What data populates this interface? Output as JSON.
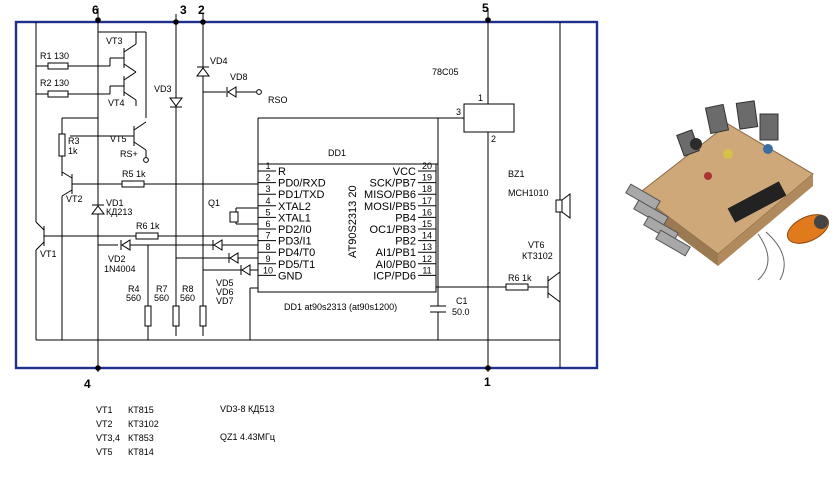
{
  "terminals": {
    "t1": "1",
    "t2": "2",
    "t3": "3",
    "t4": "4",
    "t5": "5",
    "t6": "6"
  },
  "parts": {
    "r1": "R1 130",
    "r2": "R2 130",
    "r3": "R3",
    "r3v": "1k",
    "r5": "R5 1k",
    "r6a": "R6 1k",
    "r6b": "R6 1k",
    "r4": "R4",
    "r4v": "560",
    "r7": "R7",
    "r7v": "560",
    "r8": "R8",
    "r8v": "560",
    "vt1": "VT1",
    "vt2": "VT2",
    "vt3": "VT3",
    "vt4": "VT4",
    "vt5": "VT5",
    "vt6": "VT6",
    "vt6type": "КТ3102",
    "vd1": "VD1",
    "vd1type": "КД213",
    "vd2": "VD2",
    "vd2type": "1N4004",
    "vd3": "VD3",
    "vd4": "VD4",
    "vd8": "VD8",
    "vd5": "VD5",
    "vd6": "VD6",
    "vd7": "VD7",
    "q1": "Q1",
    "c1": "C1",
    "c1v": "50.0",
    "bz1": "BZ1",
    "bz1type": "МСН1010",
    "reg": "78С05",
    "rso": "RSO",
    "rsp": "RS+",
    "dd1": "DD1",
    "dd1caption": "DD1 at90s2313 (at90s1200)",
    "chip_rot": "AT90S2313 20",
    "reg_pin1": "1",
    "reg_pin2": "2",
    "reg_pin3": "3"
  },
  "ic_left": [
    {
      "num": "1",
      "name": "R"
    },
    {
      "num": "2",
      "name": "PD0/RXD"
    },
    {
      "num": "3",
      "name": "PD1/TXD"
    },
    {
      "num": "4",
      "name": "XTAL2"
    },
    {
      "num": "5",
      "name": "XTAL1"
    },
    {
      "num": "6",
      "name": "PD2/I0"
    },
    {
      "num": "7",
      "name": "PD3/I1"
    },
    {
      "num": "8",
      "name": "PD4/T0"
    },
    {
      "num": "9",
      "name": "PD5/T1"
    },
    {
      "num": "10",
      "name": "GND"
    }
  ],
  "ic_right": [
    {
      "num": "20",
      "name": "VCC"
    },
    {
      "num": "19",
      "name": "SCK/PB7"
    },
    {
      "num": "18",
      "name": "MISO/PB6"
    },
    {
      "num": "17",
      "name": "MOSI/PB5"
    },
    {
      "num": "16",
      "name": "PB4"
    },
    {
      "num": "15",
      "name": "OC1/PB3"
    },
    {
      "num": "14",
      "name": "PB2"
    },
    {
      "num": "13",
      "name": "AI1/PB1"
    },
    {
      "num": "12",
      "name": "AI0/PB0"
    },
    {
      "num": "11",
      "name": "ICP/PD6"
    }
  ],
  "bom": {
    "r1_ref": "VT1",
    "r1_val": "КТ815",
    "r2_ref": "VT2",
    "r2_val": "КТ3102",
    "r3_ref": "VT3,4",
    "r3_val": "КТ853",
    "r4_ref": "VT5",
    "r4_val": "КТ814",
    "diodes": "VD3-8 КД513",
    "crystal": "QZ1  4.43МГц"
  },
  "photo": {
    "caption": ""
  }
}
